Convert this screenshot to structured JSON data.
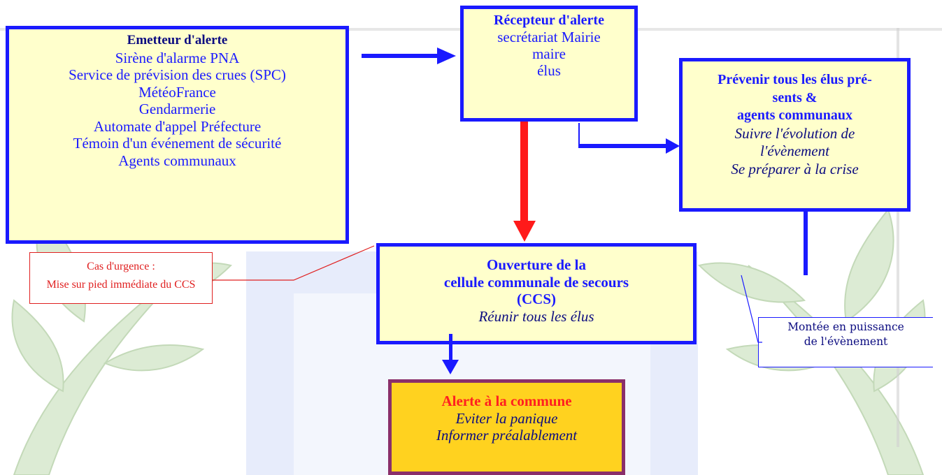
{
  "emitter": {
    "title": "Emetteur d'alerte",
    "items": [
      "Sirène d'alarme PNA",
      "Service de prévision des crues (SPC)",
      "MétéoFrance",
      "Gendarmerie",
      "Automate d'appel Préfecture",
      "Témoin d'un événement de sécurité",
      "Agents communaux"
    ]
  },
  "receiver": {
    "title": "Récepteur d'alerte",
    "items": [
      "secrétariat Mairie",
      "maire",
      "élus"
    ]
  },
  "prevent": {
    "title_lines": [
      "Prévenir tous les élus pré-",
      "sents &",
      "agents communaux"
    ],
    "items": [
      "Suivre l'évolution de",
      "l'évènement",
      "Se préparer à la crise"
    ]
  },
  "ccs": {
    "title_lines": [
      "Ouverture de la",
      "cellule communale de secours",
      "(CCS)"
    ],
    "item": "Réunir tous les élus"
  },
  "alert": {
    "title": "Alerte à la commune",
    "items": [
      "Eviter la panique",
      "Informer préalablement"
    ]
  },
  "notes": {
    "urgence": [
      "Cas d'urgence :",
      "Mise sur pied immédiate du CCS"
    ],
    "montee": [
      "Montée en puissance",
      "de l'évènement"
    ]
  },
  "colors": {
    "box_fill": "#ffffcc",
    "box_border": "#1a1aff",
    "alert_fill": "#ffd21f",
    "alert_border": "#8a2f6a",
    "arrow_blue": "#1a1aff",
    "arrow_red": "#ff1a1a",
    "note_red": "#e02020"
  }
}
